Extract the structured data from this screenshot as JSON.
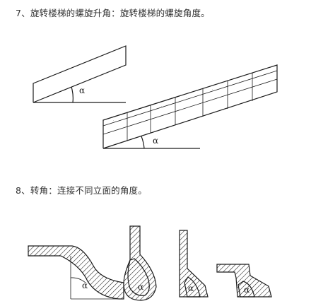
{
  "section7": {
    "heading": "7、旋转楼梯的螺旋升角：旋转楼梯的螺旋角度。"
  },
  "section8": {
    "heading": "8、转角：连接不同立面的角度。"
  },
  "figures": {
    "angle_symbol": "α"
  },
  "stair_step_labels": [
    "·",
    "·",
    "·",
    "·",
    "·",
    "·"
  ]
}
